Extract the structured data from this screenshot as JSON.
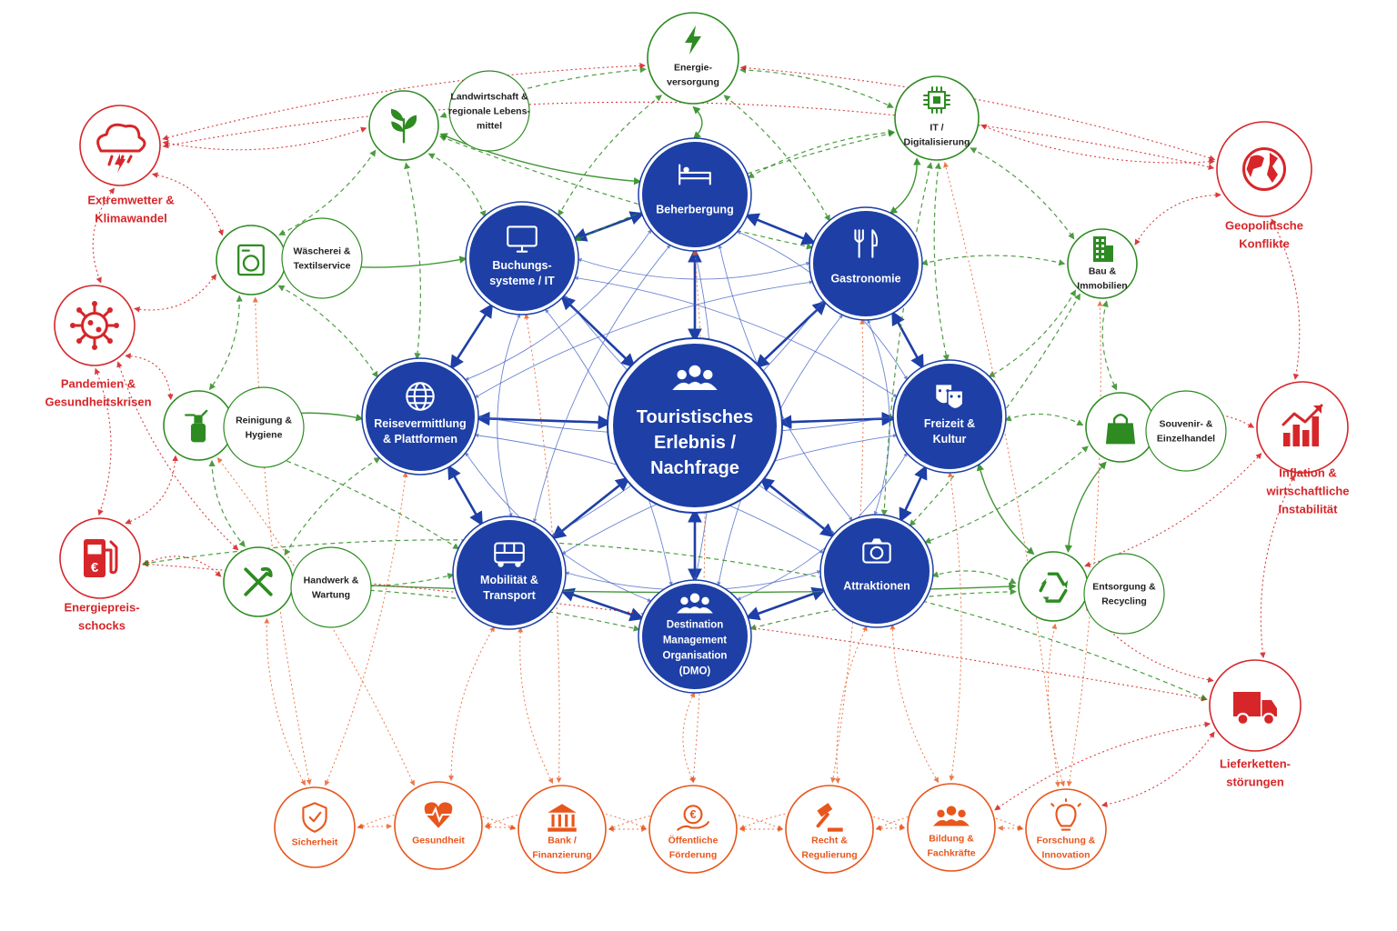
{
  "colors": {
    "blue": "#1d3fa6",
    "green": "#2e8b22",
    "red": "#d6262a",
    "orange": "#e8561c"
  },
  "center": {
    "label": [
      "Touristisches",
      "Erlebnis /",
      "Nachfrage"
    ],
    "icon": "people-group-icon"
  },
  "blue_nodes": [
    {
      "id": "beherbergung",
      "label": [
        "Beherbergung"
      ],
      "icon": "bed-icon"
    },
    {
      "id": "gastronomie",
      "label": [
        "Gastronomie"
      ],
      "icon": "fork-knife-icon"
    },
    {
      "id": "freizeit",
      "label": [
        "Freizeit &",
        "Kultur"
      ],
      "icon": "theater-masks-icon"
    },
    {
      "id": "attraktionen",
      "label": [
        "Attraktionen"
      ],
      "icon": "camera-icon"
    },
    {
      "id": "dmo",
      "label": [
        "Destination",
        "Management",
        "Organisation",
        "(DMO)"
      ],
      "icon": "people-group-icon"
    },
    {
      "id": "mobilitaet",
      "label": [
        "Mobilität &",
        "Transport"
      ],
      "icon": "bus-icon"
    },
    {
      "id": "reisevermittlung",
      "label": [
        "Reisevermittlung",
        "& Plattformen"
      ],
      "icon": "globe-icon"
    },
    {
      "id": "buchung",
      "label": [
        "Buchungs-",
        "systeme / IT"
      ],
      "icon": "monitor-icon"
    }
  ],
  "green_nodes": [
    {
      "id": "energie",
      "label": [
        "Energie-",
        "versorgung"
      ],
      "icon": "lightning-icon"
    },
    {
      "id": "landwirtschaft",
      "label": [
        "Landwirtschaft &",
        "regionale Lebens-",
        "mittel"
      ],
      "icon": "plant-icon"
    },
    {
      "id": "it",
      "label": [
        "IT /",
        "Digitalisierung"
      ],
      "icon": "chip-icon"
    },
    {
      "id": "waescherei",
      "label": [
        "Wäscherei &",
        "Textilservice"
      ],
      "icon": "washing-machine-icon"
    },
    {
      "id": "bau",
      "label": [
        "Bau &",
        "Immobilien"
      ],
      "icon": "building-icon"
    },
    {
      "id": "reinigung",
      "label": [
        "Reinigung &",
        "Hygiene"
      ],
      "icon": "spray-bottle-icon"
    },
    {
      "id": "souvenir",
      "label": [
        "Souvenir- &",
        "Einzelhandel"
      ],
      "icon": "shopping-bag-icon"
    },
    {
      "id": "handwerk",
      "label": [
        "Handwerk &",
        "Wartung"
      ],
      "icon": "tools-icon"
    },
    {
      "id": "entsorgung",
      "label": [
        "Entsorgung &",
        "Recycling"
      ],
      "icon": "recycle-icon"
    }
  ],
  "red_nodes": [
    {
      "id": "extremwetter",
      "label": [
        "Extremwetter &",
        "Klimawandel"
      ],
      "icon": "storm-cloud-icon"
    },
    {
      "id": "pandemien",
      "label": [
        "Pandemien &",
        "Gesundheitskrisen"
      ],
      "icon": "virus-icon"
    },
    {
      "id": "energiepreis",
      "label": [
        "Energiepreis-",
        "schocks"
      ],
      "icon": "fuel-pump-icon"
    },
    {
      "id": "geopolitik",
      "label": [
        "Geopolitische",
        "Konflikte"
      ],
      "icon": "globe-earth-icon"
    },
    {
      "id": "inflation",
      "label": [
        "Inflation &",
        "wirtschaftliche",
        "Instabilität"
      ],
      "icon": "rising-chart-icon"
    },
    {
      "id": "lieferketten",
      "label": [
        "Lieferketten-",
        "störungen"
      ],
      "icon": "truck-icon"
    }
  ],
  "orange_nodes": [
    {
      "id": "sicherheit",
      "label": [
        "Sicherheit"
      ],
      "icon": "shield-icon"
    },
    {
      "id": "gesundheit",
      "label": [
        "Gesundheit"
      ],
      "icon": "heart-pulse-icon"
    },
    {
      "id": "bank",
      "label": [
        "Bank /",
        "Finanzierung"
      ],
      "icon": "bank-icon"
    },
    {
      "id": "foerderung",
      "label": [
        "Öffentliche",
        "Förderung"
      ],
      "icon": "euro-hand-icon"
    },
    {
      "id": "recht",
      "label": [
        "Recht &",
        "Regulierung"
      ],
      "icon": "gavel-icon"
    },
    {
      "id": "bildung",
      "label": [
        "Bildung &",
        "Fachkräfte"
      ],
      "icon": "people-group-icon"
    },
    {
      "id": "forschung",
      "label": [
        "Forschung &",
        "Innovation"
      ],
      "icon": "lightbulb-icon"
    }
  ]
}
